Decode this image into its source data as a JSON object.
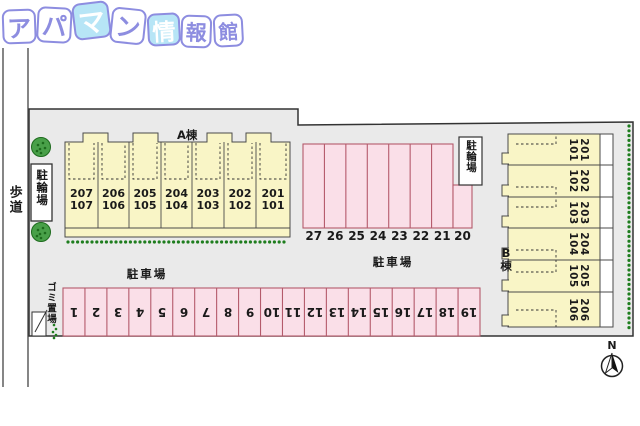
{
  "logo": {
    "title": "アパマン情報館",
    "chars": [
      {
        "ch": "ア",
        "style": "outline"
      },
      {
        "ch": "パ",
        "style": "outline"
      },
      {
        "ch": "マ",
        "style": "solid"
      },
      {
        "ch": "ン",
        "style": "outline"
      },
      {
        "ch": "情",
        "style": "solid"
      },
      {
        "ch": "報",
        "style": "outline"
      },
      {
        "ch": "館",
        "style": "outline"
      }
    ]
  },
  "colors": {
    "logo_purple": "#8d8de0",
    "logo_blue": "#b7e5f6",
    "site_fill": "#eaeaea",
    "building_fill": "#f9f5c6",
    "parking_fill": "#fadfe8",
    "parking_border": "#b45a6b",
    "hedge_green": "#1e7d1e",
    "tree_green": "#49a049"
  },
  "plan": {
    "sidewalk_label": "歩道",
    "bicycle_parking_left": "駐輪場",
    "bicycle_parking_right": "駐輪場",
    "garbage_area_label": "ゴミ置場",
    "parking_label_left": "駐車場",
    "parking_label_right": "駐車場",
    "compass_north": "N",
    "building_a": {
      "name": "A棟",
      "units": [
        {
          "upper": "207",
          "lower": "107"
        },
        {
          "upper": "206",
          "lower": "106"
        },
        {
          "upper": "205",
          "lower": "105"
        },
        {
          "upper": "204",
          "lower": "104"
        },
        {
          "upper": "203",
          "lower": "103"
        },
        {
          "upper": "202",
          "lower": "102"
        },
        {
          "upper": "201",
          "lower": "101"
        }
      ]
    },
    "building_b": {
      "name": "B棟",
      "units": [
        {
          "upper": "201",
          "lower": "101"
        },
        {
          "upper": "202",
          "lower": "102"
        },
        {
          "upper": "203",
          "lower": "103"
        },
        {
          "upper": "204",
          "lower": "104"
        },
        {
          "upper": "205",
          "lower": "105"
        },
        {
          "upper": "206",
          "lower": "106"
        }
      ]
    },
    "parking_top_spaces": [
      "27",
      "26",
      "25",
      "24",
      "23",
      "22",
      "21",
      "20"
    ],
    "parking_bottom_spaces": [
      "1",
      "2",
      "3",
      "4",
      "5",
      "6",
      "7",
      "8",
      "9",
      "10",
      "11",
      "12",
      "13",
      "14",
      "15",
      "16",
      "17",
      "18",
      "19"
    ]
  }
}
